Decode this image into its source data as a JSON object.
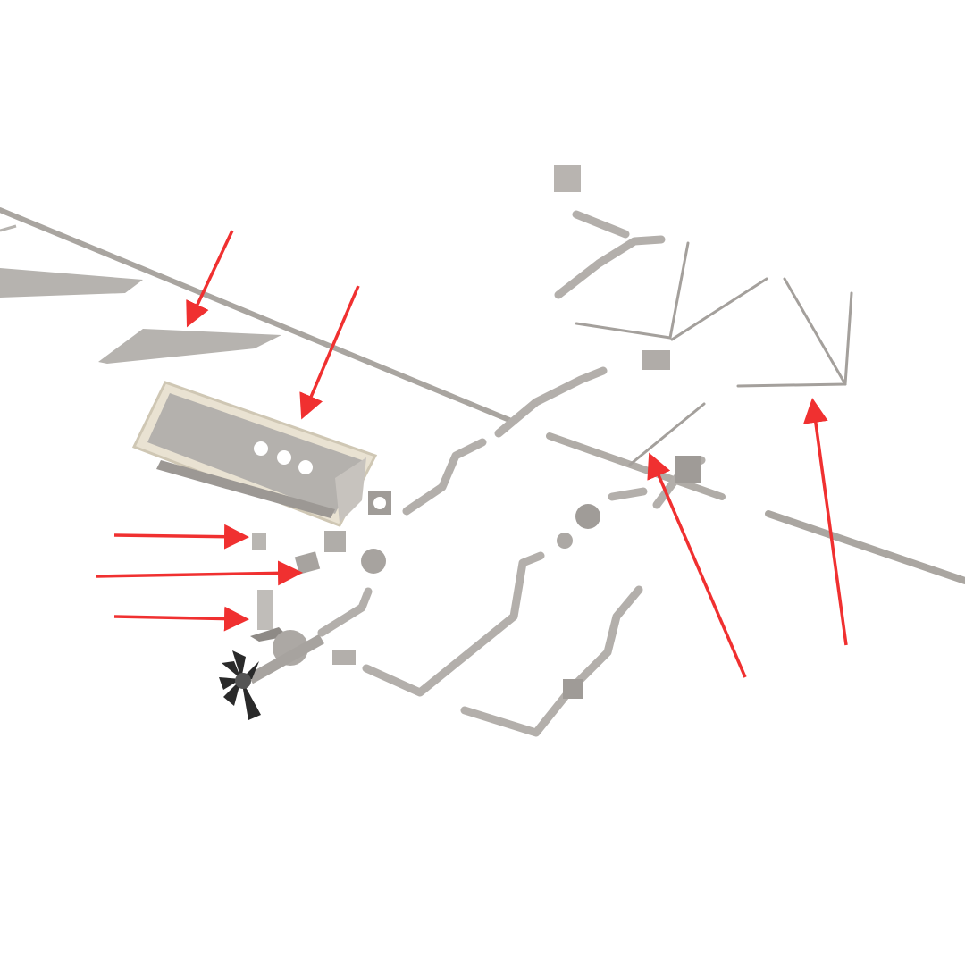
{
  "diagram": {
    "type": "exploded-assembly",
    "colors": {
      "arrow": "#f03030",
      "metal": "#b9b6b2",
      "metal_dark": "#8e8a86",
      "metal_light": "#d8d5d1",
      "fan": "#2a2a2a",
      "frame": "#e6dfcf"
    },
    "parts": [
      "long-spray-bar-upper",
      "long-spray-bar-lower",
      "triangular-plate",
      "hopper-frame",
      "mounting-bracket",
      "elbow-fittings",
      "fan-motor-assembly",
      "bent-pipes",
      "valve-assembly",
      "support-rods"
    ],
    "arrow_count": 7
  }
}
